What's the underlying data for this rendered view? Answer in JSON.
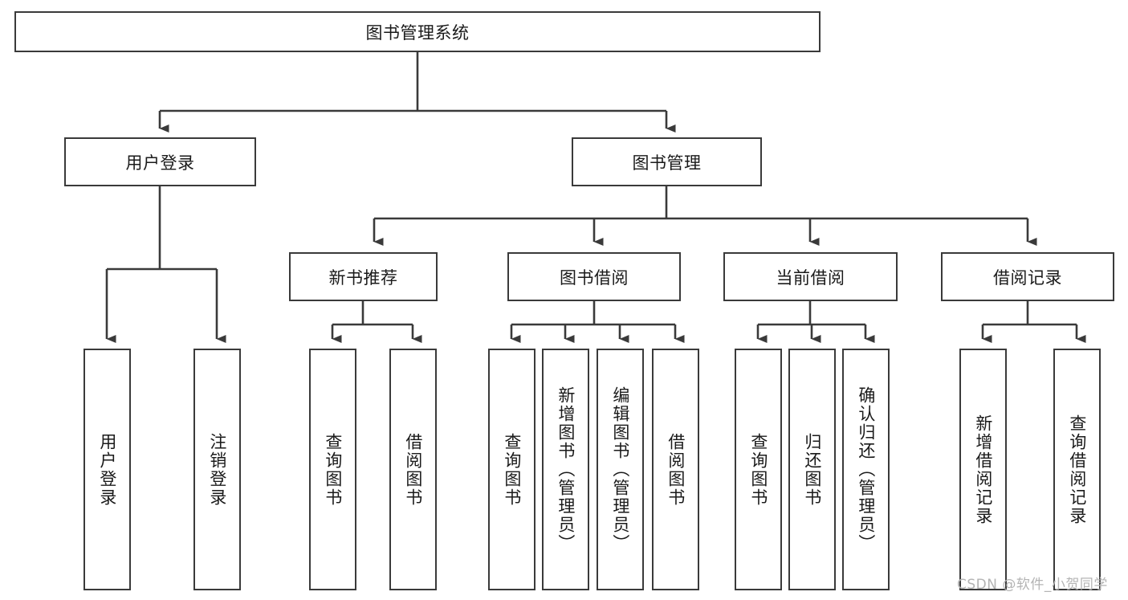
{
  "diagram": {
    "title": "图书管理系统",
    "type": "tree-hierarchy-chart",
    "orientation": "top-down",
    "line_color": "#3a3a3a",
    "box_fill": "#ffffff",
    "text_color": "#1a1a1a"
  },
  "nodes": {
    "root": {
      "label": "图书管理系统"
    },
    "level1": [
      {
        "label": "用户登录"
      },
      {
        "label": "图书管理"
      }
    ],
    "level2": [
      {
        "label": "新书推荐"
      },
      {
        "label": "图书借阅"
      },
      {
        "label": "当前借阅"
      },
      {
        "label": "借阅记录"
      }
    ],
    "leaves": {
      "user_login": [
        {
          "label": "用户登录"
        },
        {
          "label": "注销登录"
        }
      ],
      "new_book_recommend": [
        {
          "label": "查询图书"
        },
        {
          "label": "借阅图书"
        }
      ],
      "book_borrow": [
        {
          "label": "查询图书"
        },
        {
          "label": "新增图书（管理员）"
        },
        {
          "label": "编辑图书（管理员）"
        },
        {
          "label": "借阅图书"
        }
      ],
      "current_borrow": [
        {
          "label": "查询图书"
        },
        {
          "label": "归还图书"
        },
        {
          "label": "确认归还（管理员）"
        }
      ],
      "borrow_record": [
        {
          "label": "新增借阅记录"
        },
        {
          "label": "查询借阅记录"
        }
      ]
    }
  },
  "watermark": {
    "text": "CSDN @软件_小贺同学"
  }
}
